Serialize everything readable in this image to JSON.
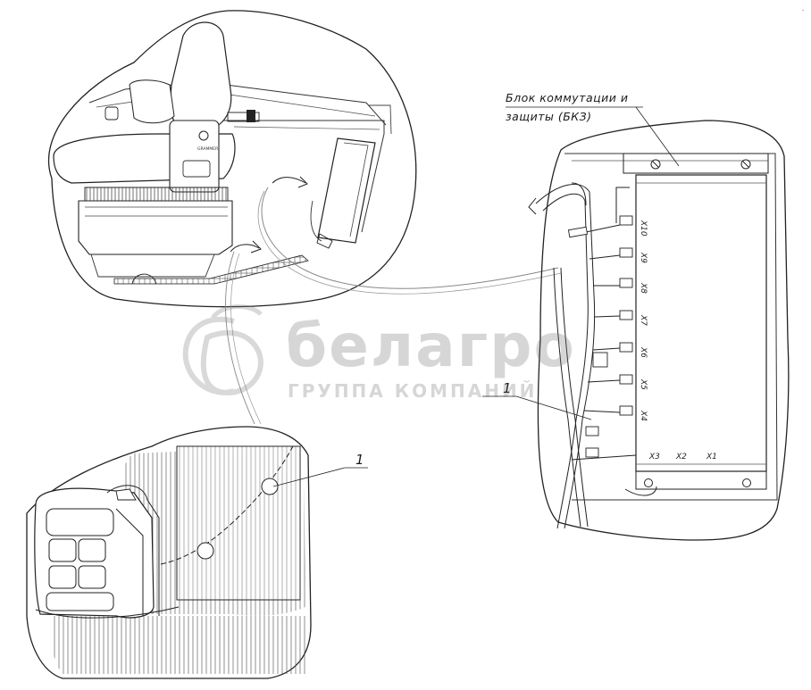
{
  "callout": {
    "block_label_line1": "Блок коммутации и",
    "block_label_line2": "защиты (БКЗ)",
    "leader_1_top": "1",
    "leader_1_bottom": "1"
  },
  "connectors": {
    "x10": "X10",
    "x9": "X9",
    "x8": "X8",
    "x7": "X7",
    "x6": "X6",
    "x5": "X5",
    "x4": "X4",
    "x3": "X3",
    "x2": "X2",
    "x1": "X1"
  },
  "seat_brand": "GRAMMER",
  "watermark": {
    "brand": "белагро",
    "subtitle": "ГРУППА КОМПАНИЙ"
  }
}
